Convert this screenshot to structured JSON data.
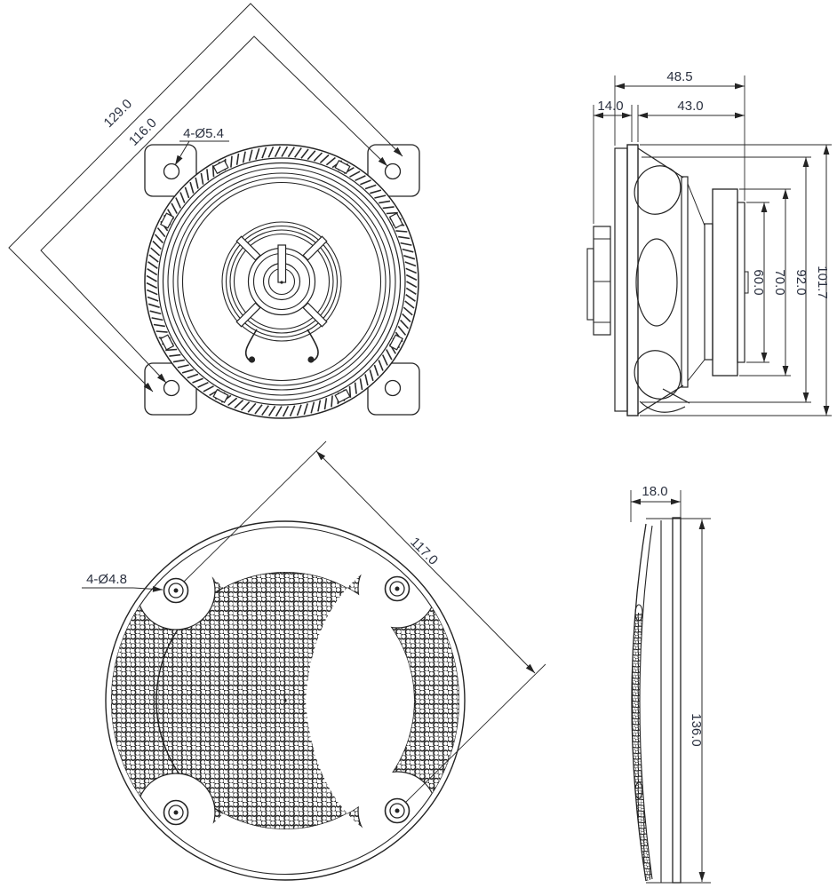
{
  "colors": {
    "line": "#242424",
    "text": "#2b3140",
    "background": "#ffffff"
  },
  "front_view": {
    "dim_outer_diagonal": "129.0",
    "dim_hole_diagonal": "116.0",
    "label_mount_holes": "4-Ø5.4"
  },
  "side_view": {
    "dim_total_depth": "48.5",
    "dim_front_depth": "14.0",
    "dim_body_depth": "43.0",
    "dim_magnet_back": "60.0",
    "dim_magnet": "70.0",
    "dim_basket": "92.0",
    "dim_frame_height": "101.7"
  },
  "grille_front_view": {
    "dim_screw_diagonal": "117.0",
    "label_screw_holes": "4-Ø4.8"
  },
  "grille_side_view": {
    "dim_depth": "18.0",
    "dim_diameter": "136.0"
  }
}
